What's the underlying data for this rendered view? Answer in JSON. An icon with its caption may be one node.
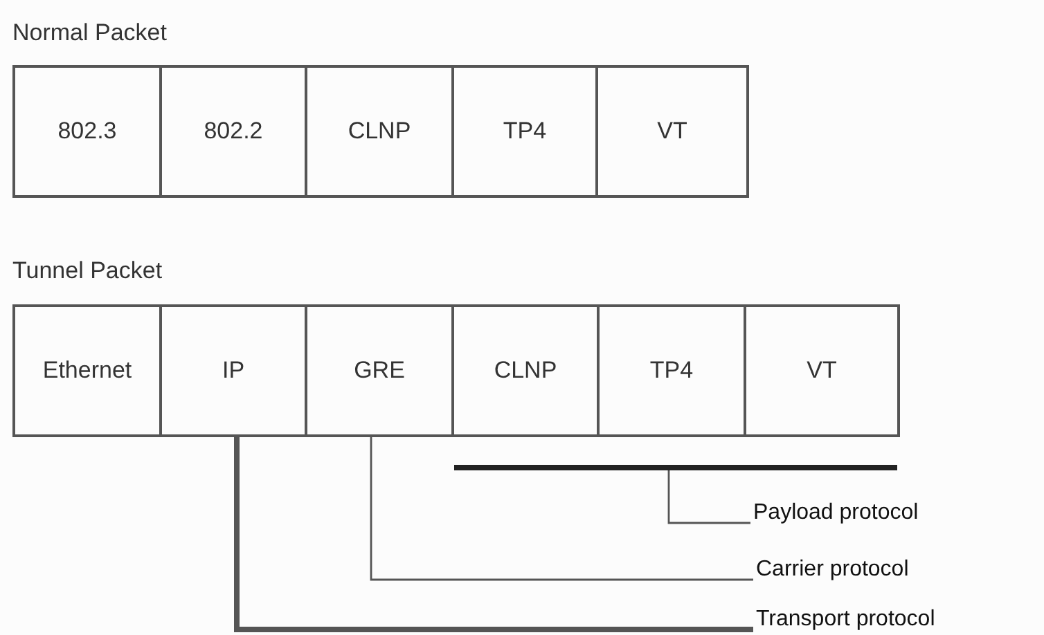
{
  "diagram": {
    "nodes": [
      {
        "text": [
          "Normal Packet"
        ]
      },
      {
        "text": [
          "802.3"
        ],
        "in": 0
      },
      {
        "text": [
          "802.2"
        ],
        "in": 0
      },
      {
        "text": [
          "CLNP"
        ],
        "in": 0
      },
      {
        "text": [
          "TP4"
        ],
        "in": 0
      },
      {
        "text": [
          "VT"
        ],
        "in": 0
      },
      {
        "text": [
          "Tunnel Packet"
        ]
      },
      {
        "text": [
          "Ethernet"
        ],
        "in": 6
      },
      {
        "text": [
          "IP"
        ],
        "in": 6
      },
      {
        "text": [
          "GRE"
        ],
        "in": 6
      },
      {
        "text": [
          "CLNP"
        ],
        "in": 6
      },
      {
        "text": [
          "TP4"
        ],
        "in": 6
      },
      {
        "text": [
          "VT"
        ],
        "in": 6
      },
      {
        "text": [],
        "shape": "bar"
      },
      {
        "text": [
          "Payload protocol"
        ]
      },
      {
        "text": [
          "Carrier protocol"
        ]
      },
      {
        "text": [
          "Transport protocol"
        ]
      }
    ],
    "edges": [
      {
        "from": 14,
        "to": 13,
        "arrow": "none"
      },
      {
        "from": 15,
        "to": 9,
        "arrow": "none"
      },
      {
        "from": 16,
        "to": 8,
        "arrow": "none",
        "style": "thick"
      }
    ]
  }
}
